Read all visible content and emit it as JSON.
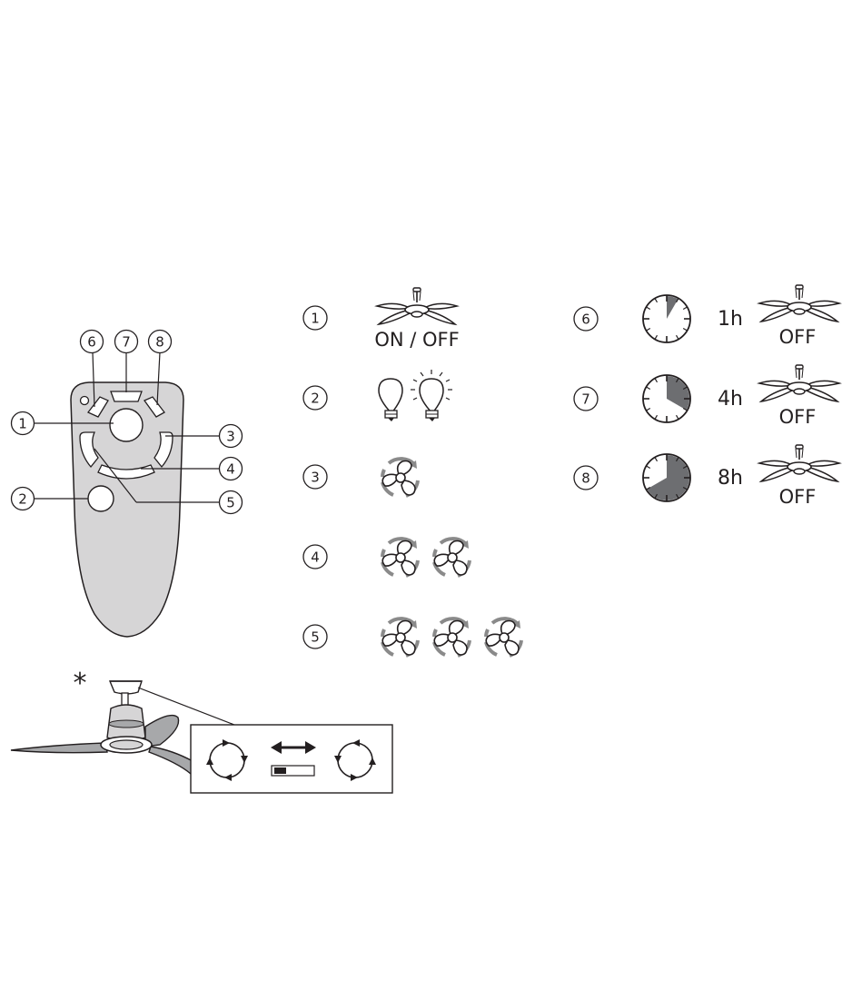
{
  "remote": {
    "callouts": [
      "1",
      "2",
      "3",
      "4",
      "5",
      "6",
      "7",
      "8"
    ],
    "body_color": "#d6d5d6"
  },
  "asterisk": "*",
  "legend": {
    "items": [
      {
        "number": "1",
        "caption": "ON / OFF",
        "icon": "ceiling-fan-icon"
      },
      {
        "number": "2",
        "icon": "light-bulb-toggle-icon"
      },
      {
        "number": "3",
        "icon": "fan-speed-icon",
        "speed_level": 1
      },
      {
        "number": "4",
        "icon": "fan-speed-icon",
        "speed_level": 2
      },
      {
        "number": "5",
        "icon": "fan-speed-icon",
        "speed_level": 3
      },
      {
        "number": "6",
        "timer": "1h",
        "caption": "OFF",
        "timer_fraction": 0.083
      },
      {
        "number": "7",
        "timer": "4h",
        "caption": "OFF",
        "timer_fraction": 0.333
      },
      {
        "number": "8",
        "timer": "8h",
        "caption": "OFF",
        "timer_fraction": 0.667
      }
    ]
  },
  "reverse_switch": {
    "icons": [
      "rotation-icon",
      "double-arrow-icon",
      "rotation-icon",
      "slide-switch-icon"
    ]
  },
  "colors": {
    "line": "#231f20",
    "fill_gray": "#6d6e71",
    "arrow_gray": "#8a8a8a"
  }
}
